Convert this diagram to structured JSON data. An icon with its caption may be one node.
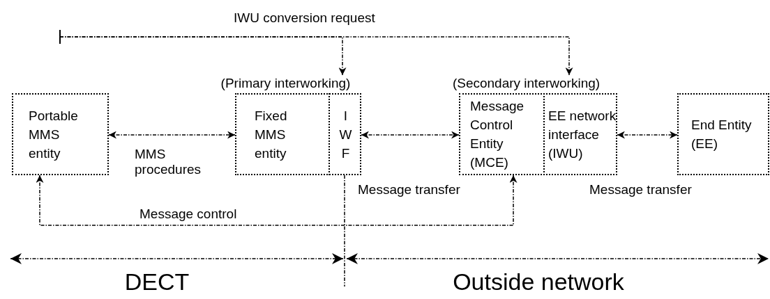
{
  "diagram": {
    "nodes": [
      {
        "text": [
          "Portable MMS entity"
        ]
      },
      {
        "text": [
          "(Primary interworking)"
        ]
      },
      {
        "text": [
          "Fixed MMS entity"
        ],
        "in": 1
      },
      {
        "text": [
          "I W F"
        ],
        "in": 1
      },
      {
        "text": [
          "(Secondary interworking)"
        ]
      },
      {
        "text": [
          "Message Control Entity (MCE)"
        ],
        "in": 4
      },
      {
        "text": [
          "EE network interface (IWU)"
        ],
        "in": 4
      },
      {
        "text": [
          "End Entity (EE)"
        ]
      }
    ],
    "edges": [
      {
        "from": null,
        "to": 1,
        "arrow": "to",
        "label": "IWU conversion request"
      },
      {
        "from": null,
        "to": 4,
        "arrow": "to"
      },
      {
        "from": 0,
        "to": 2,
        "arrow": "both",
        "label": "MMS procedures"
      },
      {
        "from": 3,
        "to": 5,
        "arrow": "both",
        "label": "Message transfer"
      },
      {
        "from": 6,
        "to": 7,
        "arrow": "both",
        "label": "Message transfer"
      },
      {
        "from": 0,
        "to": 5,
        "arrow": "both",
        "label": "Message control"
      }
    ],
    "labels": [
      "DECT",
      "Outside network"
    ]
  }
}
